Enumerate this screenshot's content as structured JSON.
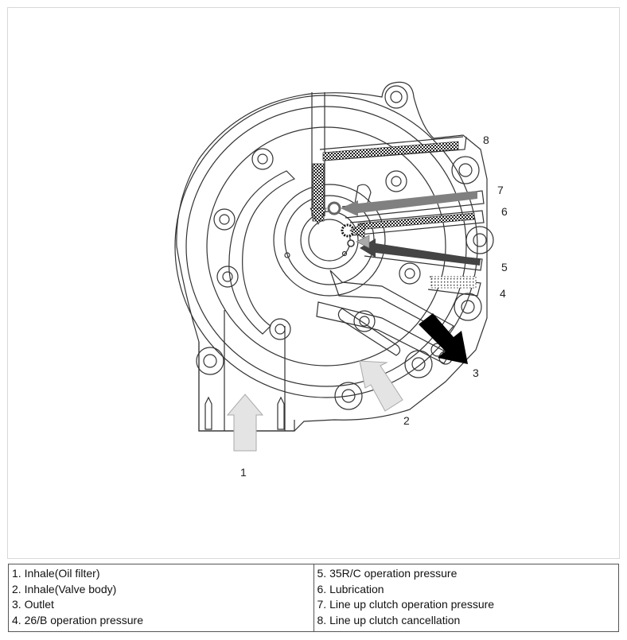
{
  "callouts": {
    "c1": "1",
    "c2": "2",
    "c3": "3",
    "c4": "4",
    "c5": "5",
    "c6": "6",
    "c7": "7",
    "c8": "8"
  },
  "legend": {
    "left": [
      "1. Inhale(Oil filter)",
      "2. Inhale(Valve body)",
      "3. Outlet",
      "4. 26/B operation pressure"
    ],
    "right": [
      "5. 35R/C operation pressure",
      "6. Lubrication",
      "7. Line up clutch operation pressure",
      "8. Line up clutch cancellation"
    ]
  },
  "colors": {
    "outline": "#333333",
    "inlet_arrow": "#e4e4e4",
    "outlet_arrow": "#000000",
    "pressure_arrow": "#555555",
    "line_up_arrow": "#808080"
  }
}
